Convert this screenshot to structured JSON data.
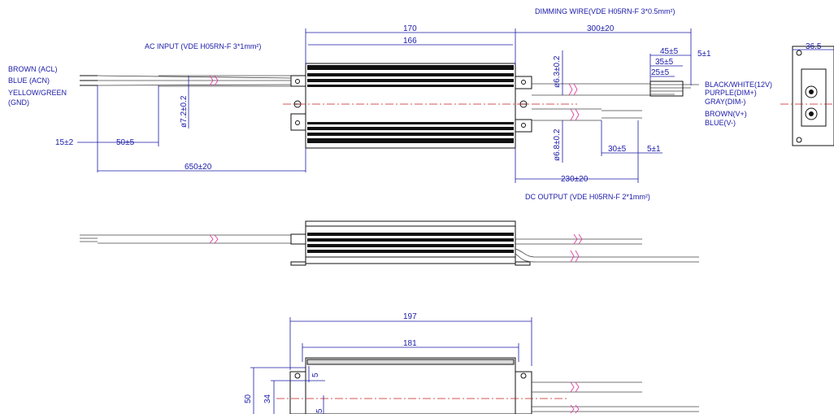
{
  "labels": {
    "dimming_wire": "DIMMING WIRE(VDE H05RN-F 3*0.5mm²)",
    "ac_input": "AC INPUT  (VDE H05RN-F 3*1mm²)",
    "dc_output": "DC OUTPUT (VDE H05RN-F 2*1mm²)",
    "brown_acl": "BROWN (ACL)",
    "blue_acn": "BLUE (ACN)",
    "yellow_green": "YELLOW/GREEN",
    "gnd": " (GND)",
    "black_white": "BLACK/WHITE(12V)",
    "purple": "PURPLE(DIM+)",
    "gray": "GRAY(DIM-)",
    "brown_v": "BROWN(V+)",
    "blue_v": "BLUE(V-)"
  },
  "dimensions": {
    "d170": "170",
    "d166": "166",
    "d300": "300±20",
    "d45": "45±5",
    "d35": "35±5",
    "d25": "25±5",
    "d5a": "5±1",
    "d63": "ø6.3±0.2",
    "d68": "ø6.8±0.2",
    "d72": "ø7.2±0.2",
    "d15": "15±2",
    "d50": "50±5",
    "d650": "650±20",
    "d230": "230±20",
    "d30": "30±5",
    "d5b": "5±1",
    "d365": "36.5",
    "d197": "197",
    "d181": "181",
    "d50v": "50",
    "d34v": "34",
    "d5v1": "5",
    "d5v2": "5"
  }
}
